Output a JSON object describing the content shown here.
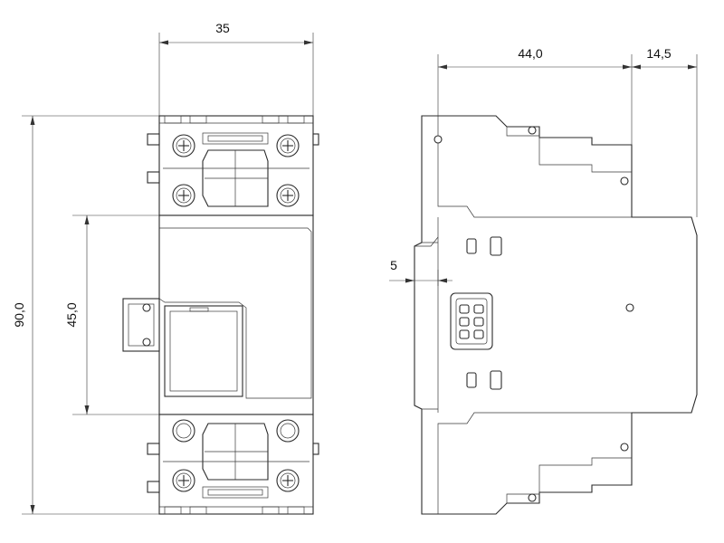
{
  "dimensions": {
    "front_width": "35",
    "total_height": "90,0",
    "window_height": "45,0",
    "side_depth": "44,0",
    "side_extra": "14,5",
    "rail_offset": "5"
  }
}
